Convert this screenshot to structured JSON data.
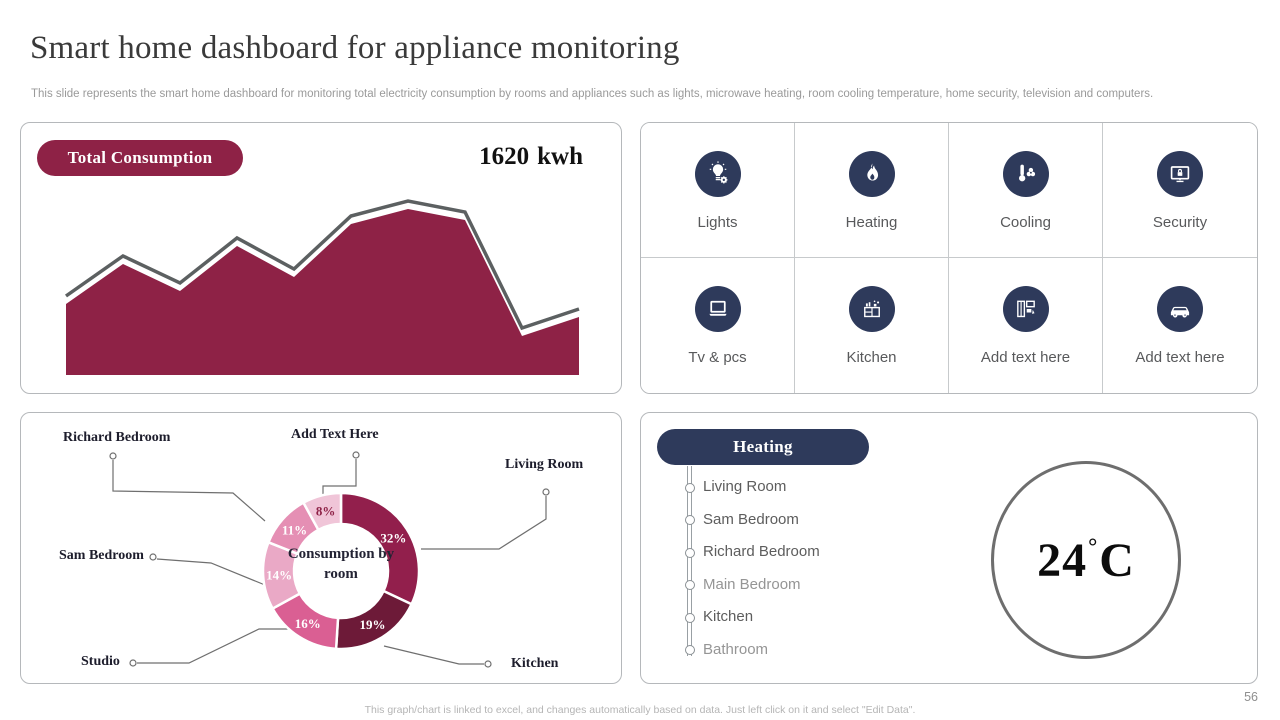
{
  "slide": {
    "title": "Smart home dashboard for appliance monitoring",
    "subtitle": "This slide represents the smart home dashboard for monitoring total electricity consumption by rooms and appliances such as lights, microwave heating, room cooling temperature, home security, television and computers.",
    "footer": "This graph/chart is linked to excel, and changes automatically based on data. Just left click on it and select \"Edit Data\".",
    "page_number": "56"
  },
  "colors": {
    "maroon": "#8E2246",
    "navy": "#2E3A5B",
    "area_outline_gray": "#5C6061",
    "panel_border": "#B5B8BB",
    "label_gray": "#58595B"
  },
  "total_consumption": {
    "badge_label": "Total Consumption",
    "value": "1620",
    "unit": "kwh"
  },
  "appliances": [
    {
      "label": "Lights",
      "icon": "lightbulb-gear-icon"
    },
    {
      "label": "Heating",
      "icon": "flame-icon"
    },
    {
      "label": "Cooling",
      "icon": "thermometer-fan-icon"
    },
    {
      "label": "Security",
      "icon": "monitor-lock-icon"
    },
    {
      "label": "Tv & pcs",
      "icon": "laptop-icon"
    },
    {
      "label": "Kitchen",
      "icon": "kitchen-shelf-icon"
    },
    {
      "label": "Add text here",
      "icon": "furniture-icon"
    },
    {
      "label": "Add text here",
      "icon": "car-icon"
    }
  ],
  "heating_panel": {
    "badge_label": "Heating",
    "rooms": [
      {
        "label": "Living Room",
        "muted": false
      },
      {
        "label": "Sam Bedroom",
        "muted": false
      },
      {
        "label": "Richard Bedroom",
        "muted": false
      },
      {
        "label": "Main Bedroom",
        "muted": true
      },
      {
        "label": "Kitchen",
        "muted": false
      },
      {
        "label": "Bathroom",
        "muted": true
      }
    ],
    "temperature": {
      "value": "24",
      "degree": "°",
      "unit": "C"
    }
  },
  "chart_data": [
    {
      "type": "area",
      "title": "Total Consumption",
      "total_label": "1620 kwh",
      "values": [
        71,
        111,
        84,
        129,
        98,
        151,
        166,
        155,
        39,
        58
      ],
      "x": [
        1,
        2,
        3,
        4,
        5,
        6,
        7,
        8,
        9,
        10
      ],
      "xlabel": "",
      "ylabel": "",
      "axes_shown": false,
      "fill_color": "#8E2246",
      "outline_color": "#5C6061"
    },
    {
      "type": "pie",
      "subtype": "donut",
      "title": "Consumption by room",
      "center_label": "Consumption by room",
      "labels": [
        "Living Room",
        "Kitchen",
        "Studio",
        "Sam Bedroom",
        "Richard Bedroom",
        "Add Text Here"
      ],
      "values": [
        32,
        19,
        16,
        14,
        11,
        8
      ],
      "colors": [
        "#921F4C",
        "#6D1A38",
        "#DA5F93",
        "#EAA9C6",
        "#E58FB4",
        "#F0C5D8"
      ],
      "percent_label_colors": [
        "#FFFFFF",
        "#FFFFFF",
        "#FFFFFF",
        "#FFFFFF",
        "#FFFFFF",
        "#8E2247"
      ],
      "legend_position": "callout-labels"
    }
  ]
}
